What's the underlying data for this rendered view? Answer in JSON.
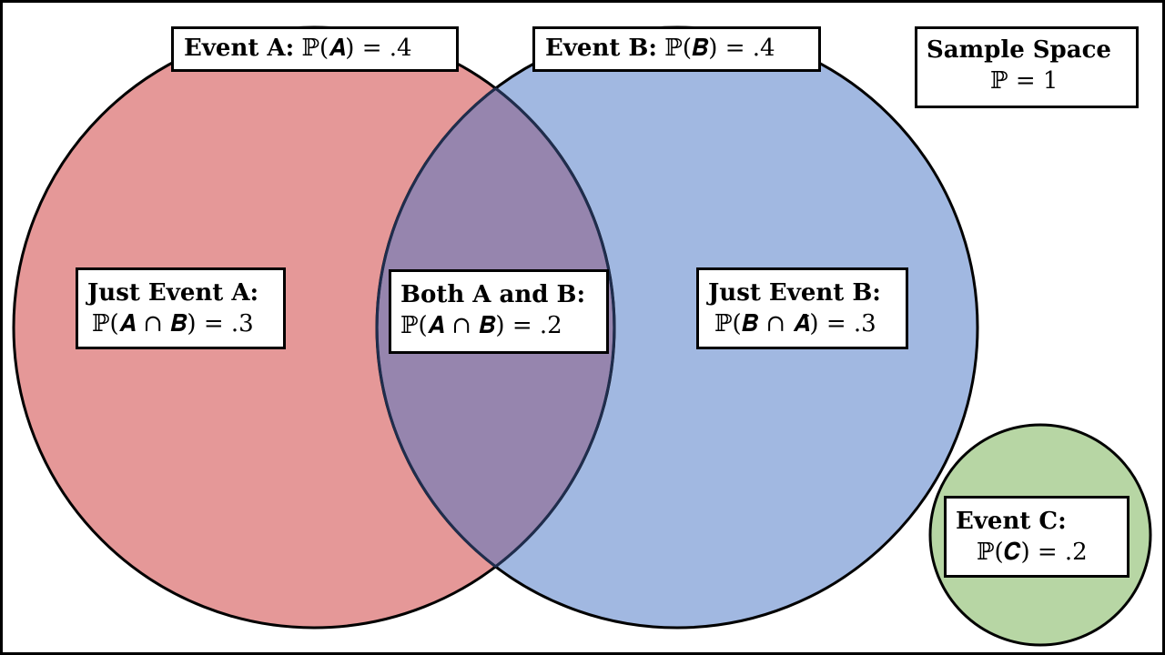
{
  "diagram": {
    "sample_space": {
      "title": "Sample Space",
      "probability": "ℙ = 1"
    },
    "event_a": {
      "title": "Event A:",
      "probability": "ℙ(𝑨) = .4",
      "color": "#e59898"
    },
    "event_b": {
      "title": "Event B:",
      "probability": "ℙ(𝑩) = .4",
      "color": "#a1b8e1"
    },
    "event_c": {
      "title": "Event C:",
      "probability": "ℙ(𝑪) = .2",
      "color": "#b7d6a4"
    },
    "just_a": {
      "title": "Just Event A:",
      "probability": "ℙ(𝑨 ∩ 𝑩̄) = .3"
    },
    "both_ab": {
      "title": "Both A and B:",
      "probability": "ℙ(𝑨 ∩ 𝑩) = .2",
      "color": "#9685ae"
    },
    "just_b": {
      "title": "Just Event B:",
      "probability": "ℙ(𝑩 ∩ 𝑨̄) = .3"
    }
  }
}
